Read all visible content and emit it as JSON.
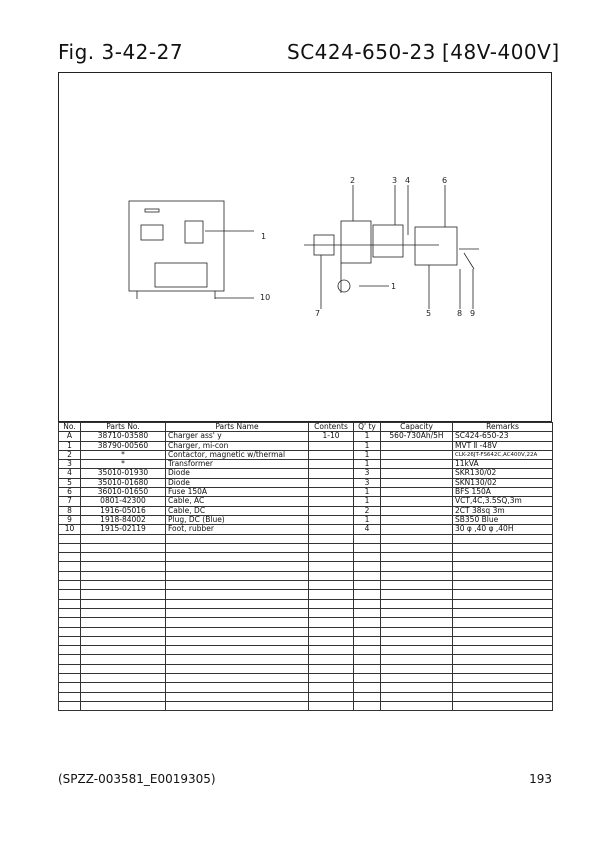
{
  "header": {
    "figure": "Fig. 3-42-27",
    "model": "SC424-650-23",
    "voltage": "[48V-400V]"
  },
  "drawing": {
    "callouts": [
      "1",
      "10",
      "2",
      "3",
      "4",
      "6",
      "1",
      "7",
      "5",
      "8",
      "9"
    ]
  },
  "table": {
    "columns": [
      "No.",
      "Parts No.",
      "Parts Name",
      "Contents",
      "Q' ty",
      "Capacity",
      "Remarks"
    ],
    "rows": [
      [
        "A",
        "38710-03580",
        "Charger ass' y",
        "1-10",
        "1",
        "560-730Ah/5H",
        "SC424-650-23"
      ],
      [
        "1",
        "38790-00560",
        "Charger, mi-con",
        "",
        "1",
        "",
        "MVT Ⅱ -48V"
      ],
      [
        "2",
        "*",
        "Contactor, magnetic w/thermal",
        "",
        "1",
        "",
        "CLK-26JT-FS642C,AC400V,22A"
      ],
      [
        "3",
        "*",
        "Transformer",
        "",
        "1",
        "",
        "11kVA"
      ],
      [
        "4",
        "35010-01930",
        "Diode",
        "",
        "3",
        "",
        "SKR130/02"
      ],
      [
        "5",
        "35010-01680",
        "Diode",
        "",
        "3",
        "",
        "SKN130/02"
      ],
      [
        "6",
        "36010-01650",
        "Fuse 150A",
        "",
        "1",
        "",
        "BFS 150A"
      ],
      [
        "7",
        "0801-42300",
        "Cable, AC",
        "",
        "1",
        "",
        "VCT,4C,3.5SQ,3m"
      ],
      [
        "8",
        "1916-05016",
        "Cable, DC",
        "",
        "2",
        "",
        "2CT 38sq 3m"
      ],
      [
        "9",
        "1918-84002",
        "Plug, DC (Blue)",
        "",
        "1",
        "",
        "SB350 Blue"
      ],
      [
        "10",
        "1915-02119",
        "Foot, rubber",
        "",
        "4",
        "",
        "30 φ ,40 φ ,40H"
      ]
    ],
    "blank_rows": 19
  },
  "footer": {
    "code": "(SPZZ-003581_E0019305)",
    "page": "193"
  }
}
